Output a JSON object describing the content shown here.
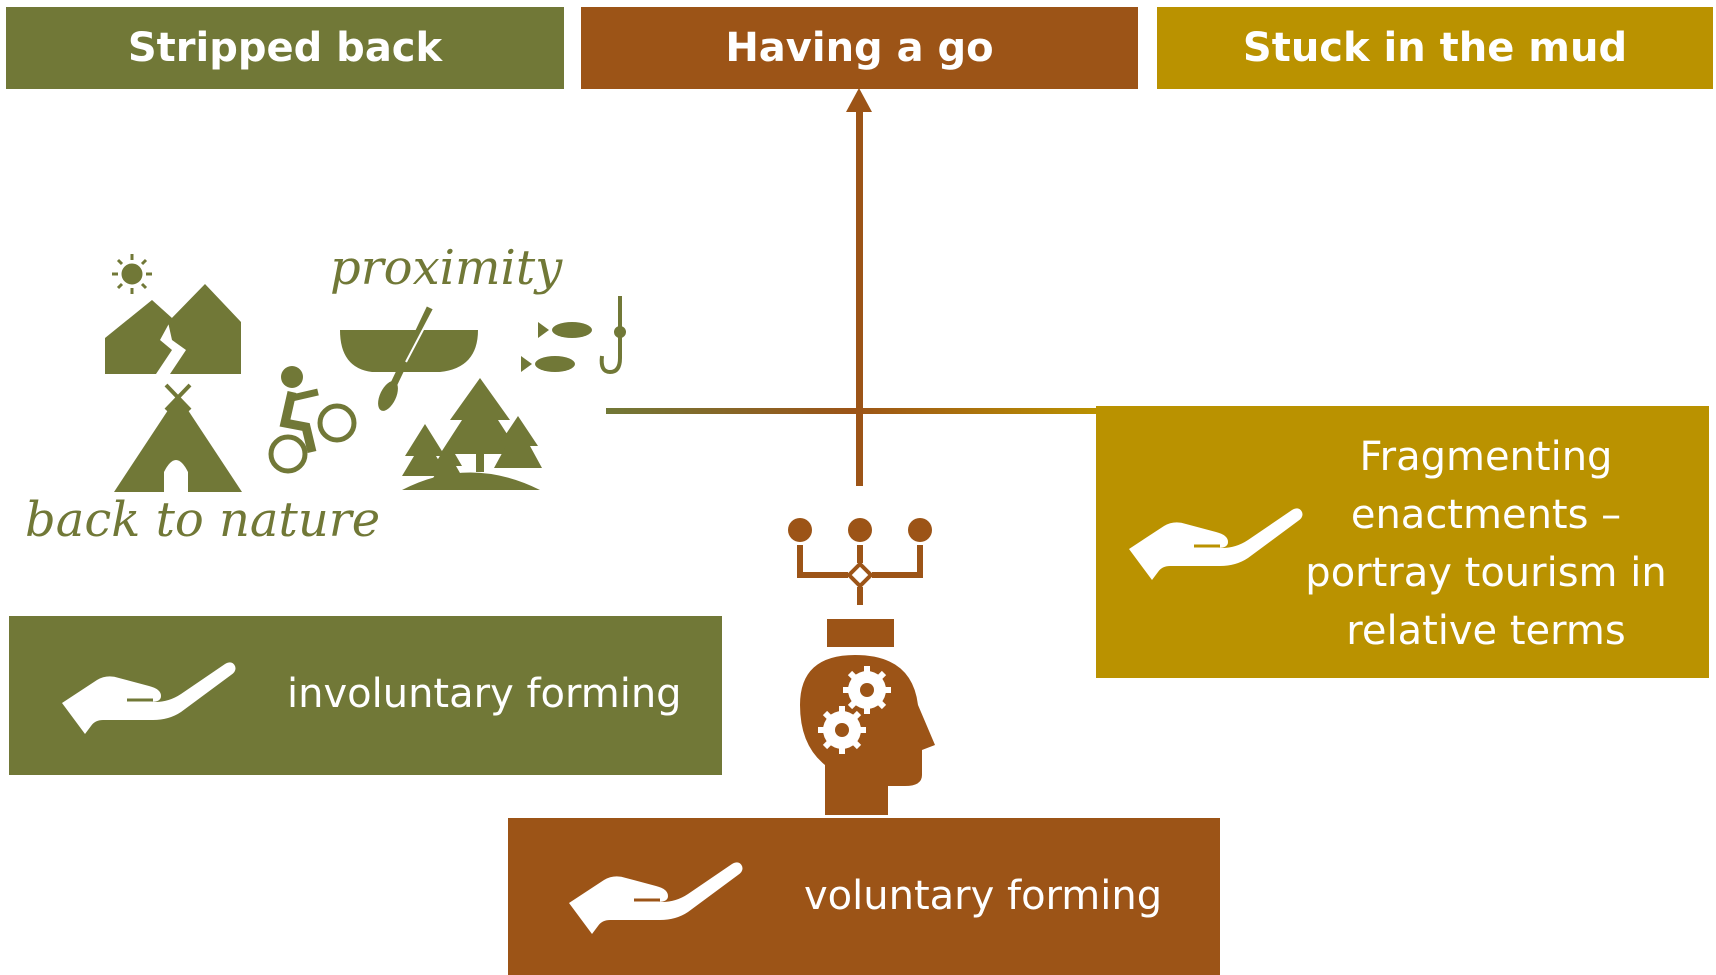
{
  "headers": {
    "stripped_back": "Stripped back",
    "having_a_go": "Having a go",
    "stuck_in_the_mud": "Stuck in the mud"
  },
  "boxes": {
    "involuntary": "involuntary forming",
    "voluntary": "voluntary forming",
    "fragmenting": "Fragmenting enactments – portray tourism in relative terms"
  },
  "words": {
    "proximity": "proximity",
    "back_to_nature": "back to nature"
  },
  "colors": {
    "olive": "#717837",
    "brown": "#9C5417",
    "gold": "#BA9200"
  },
  "icons": [
    "sun-icon",
    "mountains-icon",
    "teepee-icon",
    "cyclist-icon",
    "canoe-icon",
    "paddle-icon",
    "fish-icon",
    "fish-hook-icon",
    "pine-trees-icon",
    "open-hand-icon",
    "decision-tree-icon",
    "head-gears-icon"
  ]
}
